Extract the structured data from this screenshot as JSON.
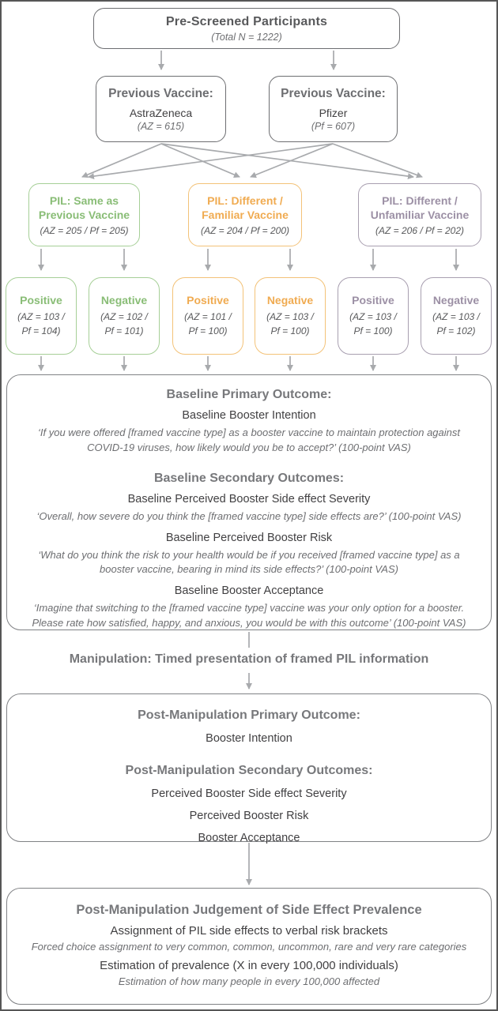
{
  "palette": {
    "green": "#89bd76",
    "greenBorder": "#a6cf97",
    "amber": "#f0ab51",
    "amberBorder": "#f3c278",
    "purple": "#9c90a5",
    "purpleBorder": "#a89fb0",
    "arrow": "#a8aaad"
  },
  "flow": {
    "pre_screened": {
      "title": "Pre-Screened Participants",
      "subtitle": "(Total N = 1222)"
    },
    "previous_vaccines": [
      {
        "title": "Previous Vaccine:",
        "name": "AstraZeneca",
        "n": "(AZ = 615)"
      },
      {
        "title": "Previous Vaccine:",
        "name": "Pfizer",
        "n": "(Pf = 607)"
      }
    ],
    "pil_groups": [
      {
        "line1": "PIL: Same as",
        "line2": "Previous Vaccine",
        "n": "(AZ = 205 / Pf = 205)"
      },
      {
        "line1": "PIL: Different /",
        "line2": "Familiar Vaccine",
        "n": "(AZ = 204 / Pf = 200)"
      },
      {
        "line1": "PIL: Different /",
        "line2": "Unfamiliar Vaccine",
        "n": "(AZ = 206 / Pf = 202)"
      }
    ],
    "framing_cells": [
      {
        "label": "Positive",
        "n1": "(AZ = 103 /",
        "n2": "Pf = 104)"
      },
      {
        "label": "Negative",
        "n1": "(AZ = 102 /",
        "n2": "Pf = 101)"
      },
      {
        "label": "Positive",
        "n1": "(AZ = 101 /",
        "n2": "Pf = 100)"
      },
      {
        "label": "Negative",
        "n1": "(AZ = 103 /",
        "n2": "Pf = 100)"
      },
      {
        "label": "Positive",
        "n1": "(AZ = 103 /",
        "n2": "Pf = 100)"
      },
      {
        "label": "Negative",
        "n1": "(AZ = 103 /",
        "n2": "Pf = 102)"
      }
    ],
    "baseline": {
      "heading1": "Baseline Primary Outcome:",
      "item1": "Baseline Booster Intention",
      "quote1": "‘If you were offered [framed vaccine type] as a booster vaccine to maintain protection against COVID-19 viruses, how likely would you be to accept?’ (100-point VAS)",
      "heading2": "Baseline Secondary Outcomes:",
      "item2": "Baseline Perceived Booster Side effect Severity",
      "quote2": "‘Overall, how severe do you think the [framed vaccine type] side effects are?’ (100-point VAS)",
      "item3": "Baseline Perceived Booster Risk",
      "quote3": "‘What do you think the risk to your health would be if you received [framed vaccine type] as a booster vaccine, bearing in mind its side effects?’ (100-point VAS)",
      "item4": "Baseline Booster Acceptance",
      "quote4": "‘Imagine that switching to the [framed vaccine type] vaccine was your only option for a booster. Please rate how satisfied, happy, and anxious, you would be with this outcome’ (100-point VAS)"
    },
    "manipulation_label": "Manipulation: Timed presentation of framed PIL information",
    "post_manipulation": {
      "heading1": "Post-Manipulation Primary Outcome:",
      "item1": "Booster Intention",
      "heading2": "Post-Manipulation Secondary Outcomes:",
      "items": [
        "Perceived Booster Side effect Severity",
        "Perceived Booster Risk",
        "Booster Acceptance"
      ]
    },
    "prevalence": {
      "heading": "Post-Manipulation Judgement of Side Effect Prevalence",
      "item1": "Assignment of PIL side effects to verbal risk brackets",
      "note1": "Forced choice assignment to very common, common, uncommon, rare and very rare categories",
      "item2": "Estimation of prevalence (X in every 100,000 individuals)",
      "note2": "Estimation of how many people in every 100,000 affected"
    }
  }
}
